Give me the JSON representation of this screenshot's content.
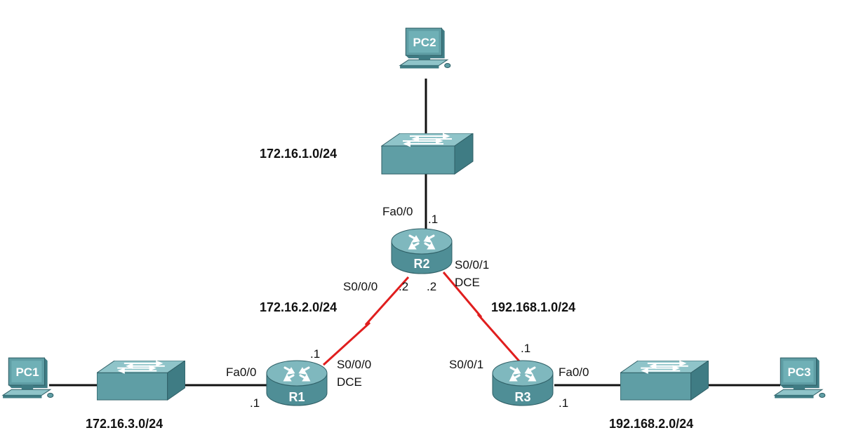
{
  "colors": {
    "device_teal": "#5f9ea5",
    "device_dark": "#3f7c84",
    "device_light": "#8fc4c9",
    "ethernet_link": "#111111",
    "serial_link": "#e01e1e"
  },
  "devices": {
    "pc1": "PC1",
    "pc2": "PC2",
    "pc3": "PC3",
    "r1": "R1",
    "r2": "R2",
    "r3": "R3"
  },
  "icons": {
    "pc": "desktop-pc-icon",
    "switch": "switch-icon",
    "router": "router-icon"
  },
  "networks": {
    "top_lan": "172.16.1.0/24",
    "r1_r2_serial": "172.16.2.0/24",
    "r2_r3_serial": "192.168.1.0/24",
    "r1_lan": "172.16.3.0/24",
    "r3_lan": "192.168.2.0/24"
  },
  "interfaces": {
    "r2_fa00": "Fa0/0",
    "r2_fa00_host": ".1",
    "r2_s000": "S0/0/0",
    "r2_s000_host": ".2",
    "r2_s001": "S0/0/1",
    "r2_s001_dce": "DCE",
    "r2_s001_host": ".2",
    "r1_fa00": "Fa0/0",
    "r1_fa00_host": ".1",
    "r1_s000": "S0/0/0",
    "r1_s000_dce": "DCE",
    "r1_s000_host": ".1",
    "r3_s001": "S0/0/1",
    "r3_s001_host": ".1",
    "r3_fa00": "Fa0/0",
    "r3_fa00_host": ".1"
  }
}
